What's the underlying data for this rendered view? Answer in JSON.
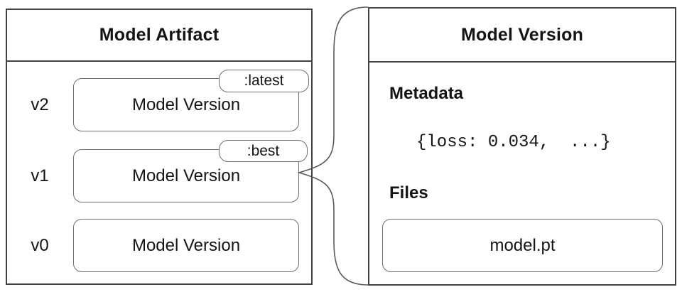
{
  "colors": {
    "panel_border": "#424242",
    "box_border": "#6e6e6e",
    "connector": "#5a5a5a",
    "text": "#141414",
    "background": "#ffffff"
  },
  "artifact_panel": {
    "title": "Model Artifact",
    "versions": [
      {
        "label": "v2",
        "box_text": "Model Version",
        "tag": ":latest"
      },
      {
        "label": "v1",
        "box_text": "Model Version",
        "tag": ":best"
      },
      {
        "label": "v0",
        "box_text": "Model Version"
      }
    ]
  },
  "detail_panel": {
    "title": "Model Version",
    "metadata_heading": "Metadata",
    "metadata_value": "{loss: 0.034,  ...}",
    "files_heading": "Files",
    "file_name": "model.pt"
  }
}
